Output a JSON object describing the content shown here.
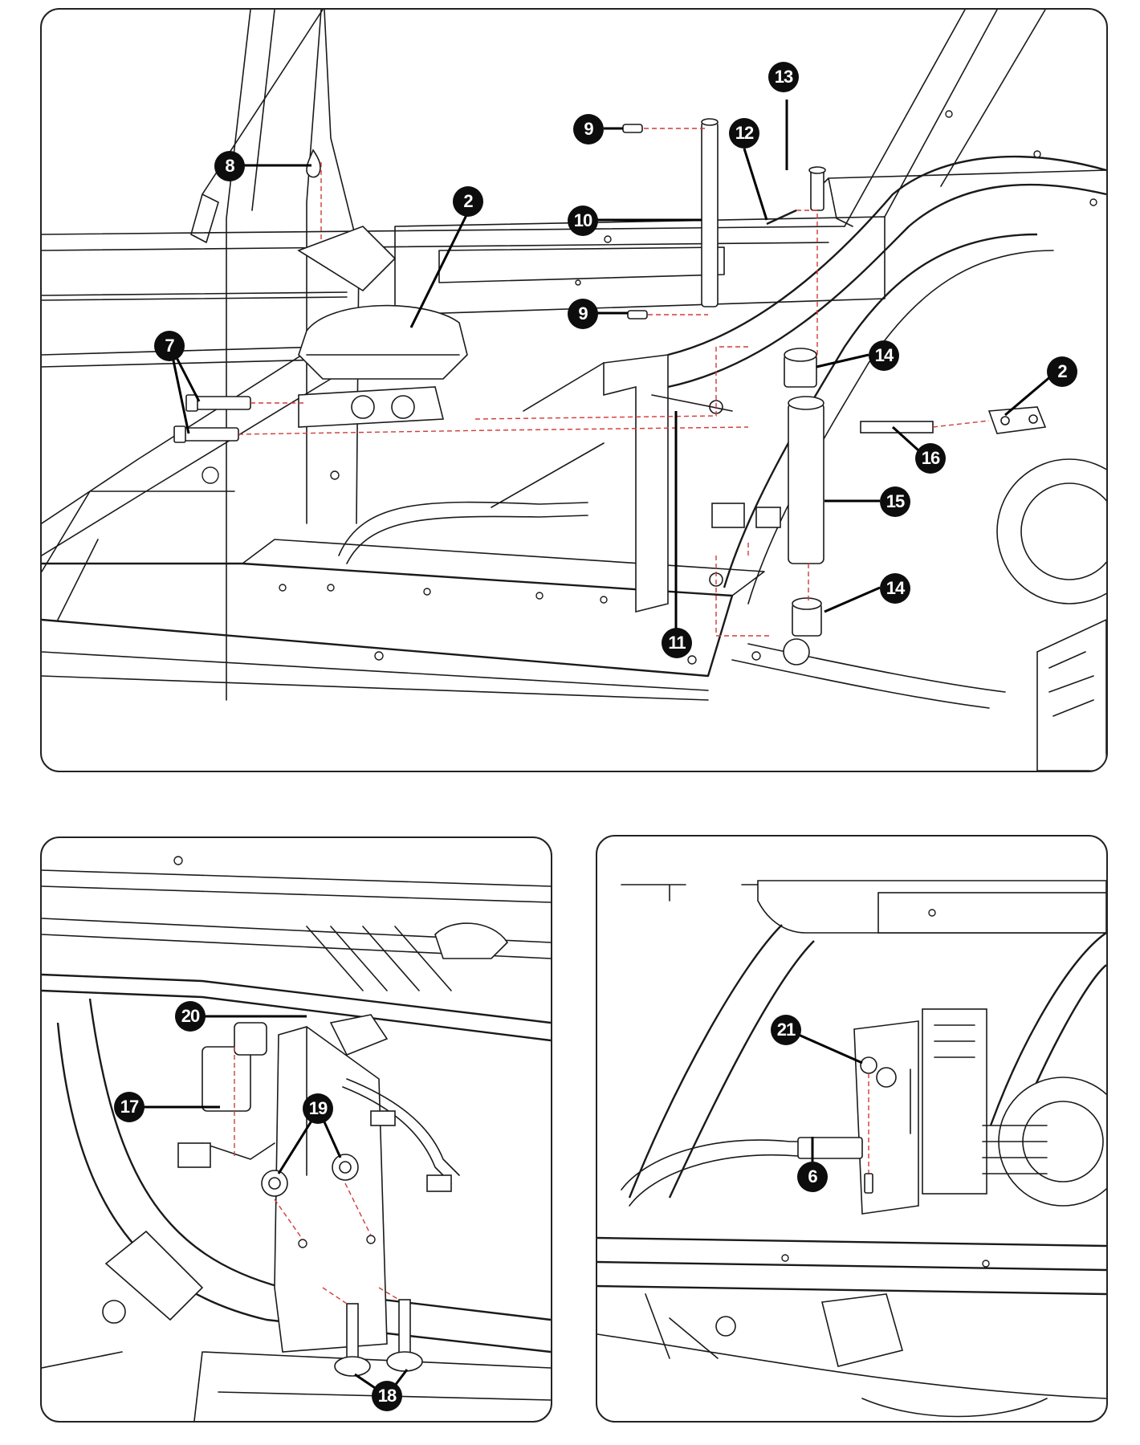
{
  "panels": {
    "main": {
      "callouts": [
        {
          "id": "c13",
          "label": "13"
        },
        {
          "id": "c9a",
          "label": "9"
        },
        {
          "id": "c12",
          "label": "12"
        },
        {
          "id": "c8",
          "label": "8"
        },
        {
          "id": "c2a",
          "label": "2"
        },
        {
          "id": "c10",
          "label": "10"
        },
        {
          "id": "c9b",
          "label": "9"
        },
        {
          "id": "c7",
          "label": "7"
        },
        {
          "id": "c14a",
          "label": "14"
        },
        {
          "id": "c2b",
          "label": "2"
        },
        {
          "id": "c16",
          "label": "16"
        },
        {
          "id": "c15",
          "label": "15"
        },
        {
          "id": "c14b",
          "label": "14"
        },
        {
          "id": "c11",
          "label": "11"
        }
      ]
    },
    "bottom_left": {
      "callouts": [
        {
          "id": "c20",
          "label": "20"
        },
        {
          "id": "c17",
          "label": "17"
        },
        {
          "id": "c19",
          "label": "19"
        },
        {
          "id": "c18",
          "label": "18"
        }
      ]
    },
    "bottom_right": {
      "callouts": [
        {
          "id": "c21",
          "label": "21"
        },
        {
          "id": "c6",
          "label": "6"
        }
      ]
    }
  },
  "colors": {
    "line": "#1a1a1a",
    "dashed_guide": "#d23a3a",
    "callout_bg": "#0d0d0d",
    "callout_text": "#ffffff"
  }
}
